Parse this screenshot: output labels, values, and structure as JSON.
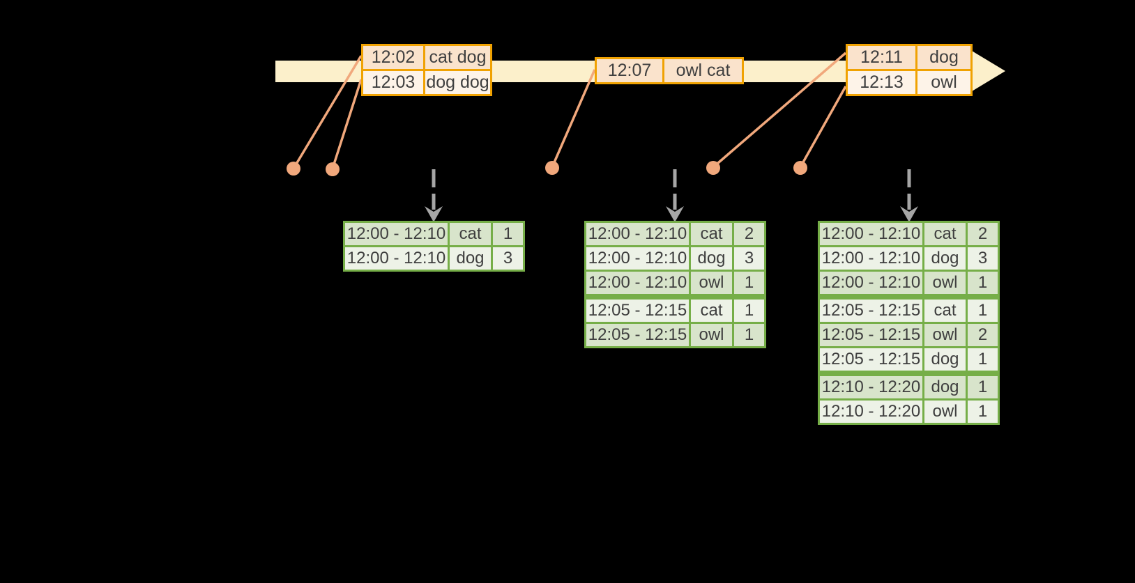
{
  "colors": {
    "background": "#000000",
    "timeline_fill": "#FCF0CB",
    "event_table_border": "#F0A202",
    "event_row_dark": "#FAE3CC",
    "event_row_light": "#FDF3E8",
    "connector_salmon": "#F1A87C",
    "trigger_arrow_gray": "#A6A6A6",
    "result_table_border": "#76AE48",
    "result_row_dark": "#D8E4CB",
    "result_row_light": "#EDF2E7",
    "text": "#3F3F3F"
  },
  "event_tables": [
    {
      "rows": [
        {
          "time": "12:02",
          "words": "cat dog"
        },
        {
          "time": "12:03",
          "words": "dog dog"
        }
      ]
    },
    {
      "rows": [
        {
          "time": "12:07",
          "words": "owl cat"
        }
      ]
    },
    {
      "rows": [
        {
          "time": "12:11",
          "words": "dog"
        },
        {
          "time": "12:13",
          "words": "owl"
        }
      ]
    }
  ],
  "result_tables": [
    {
      "rows": [
        {
          "window": "12:00 - 12:10",
          "word": "cat",
          "count": "1"
        },
        {
          "window": "12:00 - 12:10",
          "word": "dog",
          "count": "3"
        }
      ]
    },
    {
      "rows": [
        {
          "window": "12:00 - 12:10",
          "word": "cat",
          "count": "2"
        },
        {
          "window": "12:00 - 12:10",
          "word": "dog",
          "count": "3"
        },
        {
          "window": "12:00 - 12:10",
          "word": "owl",
          "count": "1"
        },
        {
          "window": "12:05 - 12:15",
          "word": "cat",
          "count": "1"
        },
        {
          "window": "12:05 - 12:15",
          "word": "owl",
          "count": "1"
        }
      ]
    },
    {
      "rows": [
        {
          "window": "12:00 - 12:10",
          "word": "cat",
          "count": "2"
        },
        {
          "window": "12:00 - 12:10",
          "word": "dog",
          "count": "3"
        },
        {
          "window": "12:00 - 12:10",
          "word": "owl",
          "count": "1"
        },
        {
          "window": "12:05 - 12:15",
          "word": "cat",
          "count": "1"
        },
        {
          "window": "12:05 - 12:15",
          "word": "owl",
          "count": "2"
        },
        {
          "window": "12:05 - 12:15",
          "word": "dog",
          "count": "1"
        },
        {
          "window": "12:10 - 12:20",
          "word": "dog",
          "count": "1"
        },
        {
          "window": "12:10 - 12:20",
          "word": "owl",
          "count": "1"
        }
      ]
    }
  ]
}
